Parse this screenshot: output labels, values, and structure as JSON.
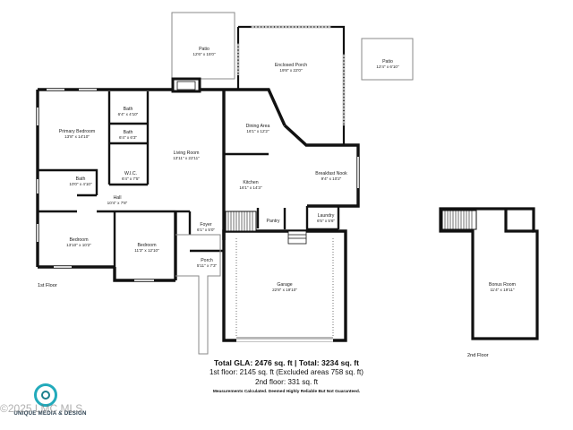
{
  "rooms": {
    "patio_back": {
      "name": "Patio",
      "dims": "12'6\" x 15'0\""
    },
    "enclosed_porch": {
      "name": "Enclosed Porch",
      "dims": "19'8\" x 22'0\""
    },
    "patio_side": {
      "name": "Patio",
      "dims": "12'4\" x 6'10\""
    },
    "primary_bedroom": {
      "name": "Primary Bedroom",
      "dims": "13'8\" x 14'10\""
    },
    "bath_1": {
      "name": "Bath",
      "dims": "6'4\" x 4'10\""
    },
    "bath_2": {
      "name": "Bath",
      "dims": "6'4\" x 6'3\""
    },
    "wic": {
      "name": "W.I.C.",
      "dims": "6'4\" x 7'5\""
    },
    "living_room": {
      "name": "Living Room",
      "dims": "13'11\" x 22'11\""
    },
    "dining_area": {
      "name": "Dining Area",
      "dims": "16'1\" x 12'2\""
    },
    "breakfast_nook": {
      "name": "Breakfast Nook",
      "dims": "9'4\" x 10'2\""
    },
    "kitchen": {
      "name": "Kitchen",
      "dims": "16'1\" x 14'3\""
    },
    "bath_3": {
      "name": "Bath",
      "dims": "10'0\" x 4'10\""
    },
    "hall": {
      "name": "Hall",
      "dims": "10'4\" x 7'8\""
    },
    "pantry": {
      "name": "Pantry",
      "dims": ""
    },
    "laundry": {
      "name": "Laundry",
      "dims": "6'5\" x 5'6\""
    },
    "foyer": {
      "name": "Foyer",
      "dims": "6'1\" x 5'0\""
    },
    "bedroom_1": {
      "name": "Bedroom",
      "dims": "13'10\" x 10'2\""
    },
    "bedroom_2": {
      "name": "Bedroom",
      "dims": "11'3\" x 12'10\""
    },
    "porch": {
      "name": "Porch",
      "dims": "5'11\" x 7'3\""
    },
    "garage": {
      "name": "Garage",
      "dims": "22'8\" x 19'10\""
    },
    "bonus_room": {
      "name": "Bonus Room",
      "dims": "11'4\" x 19'11\""
    }
  },
  "floors": {
    "first": "1st Floor",
    "second": "2nd Floor"
  },
  "footer": {
    "total": "Total GLA: 2476 sq. ft | Total: 3234 sq. ft",
    "first_floor": "1st floor: 2145 sq. ft (Excluded areas 758 sq. ft)",
    "second_floor": "2nd floor: 331 sq. ft",
    "note": "Measurements Calculated. Deemed Highly Reliable But Not Guaranteed."
  },
  "logo": {
    "name": "UNIQUE MEDIA & DESIGN"
  },
  "watermark": "©2025 LMC MLS",
  "colors": {
    "wall": "#111111",
    "window": "#9a9a9a",
    "logo": "#22aabb"
  }
}
